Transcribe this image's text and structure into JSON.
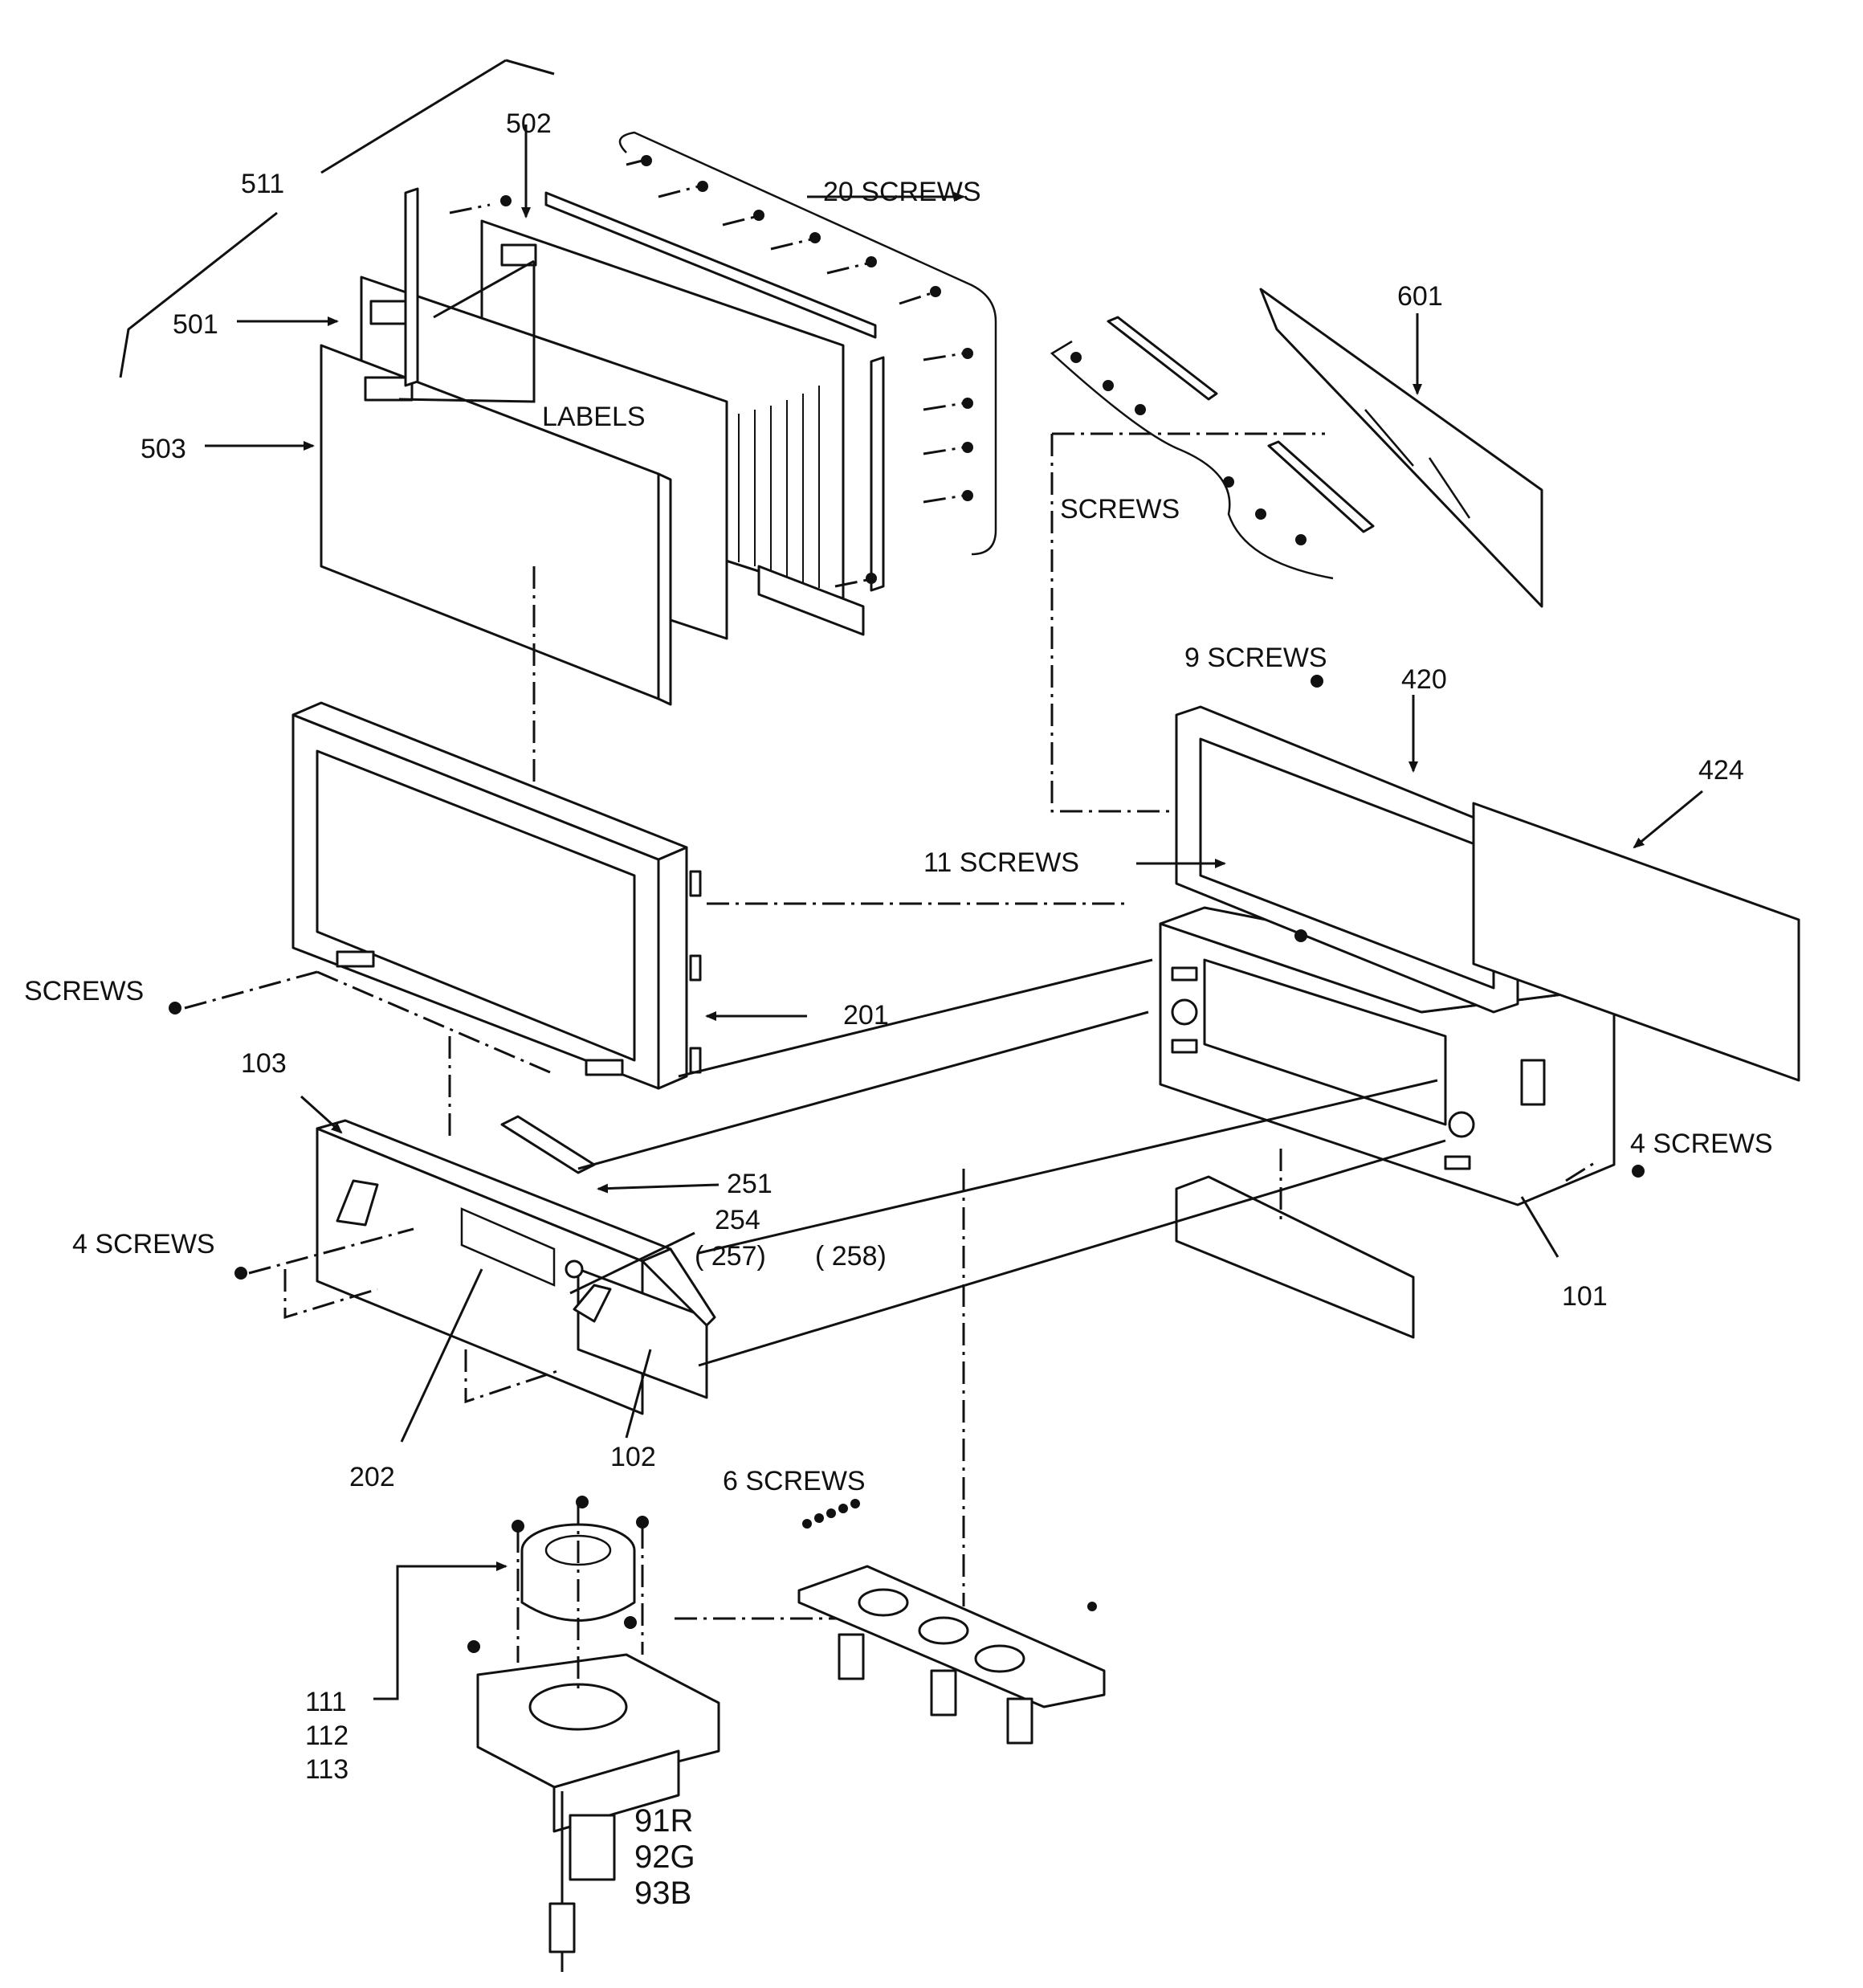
{
  "labels": {
    "p511": "511",
    "p502": "502",
    "p501": "501",
    "p503": "503",
    "screws20": "20 SCREWS",
    "labels_text": "LABELS",
    "p601": "601",
    "screws_top": "SCREWS",
    "screws9": "9 SCREWS",
    "p420": "420",
    "p424": "424",
    "screws11": "11 SCREWS",
    "screws_left": "SCREWS",
    "p201": "201",
    "p103": "103",
    "p251": "251",
    "p254": "254",
    "p257": "( 257)",
    "p258": "( 258)",
    "screws4_left": "4 SCREWS",
    "screws4_right": "4 SCREWS",
    "p101": "101",
    "p202": "202",
    "p102": "102",
    "screws6": "6 SCREWS",
    "p111": "111",
    "p112": "112",
    "p113": "113",
    "p91r": "91R",
    "p92g": "92G",
    "p93b": "93B"
  }
}
